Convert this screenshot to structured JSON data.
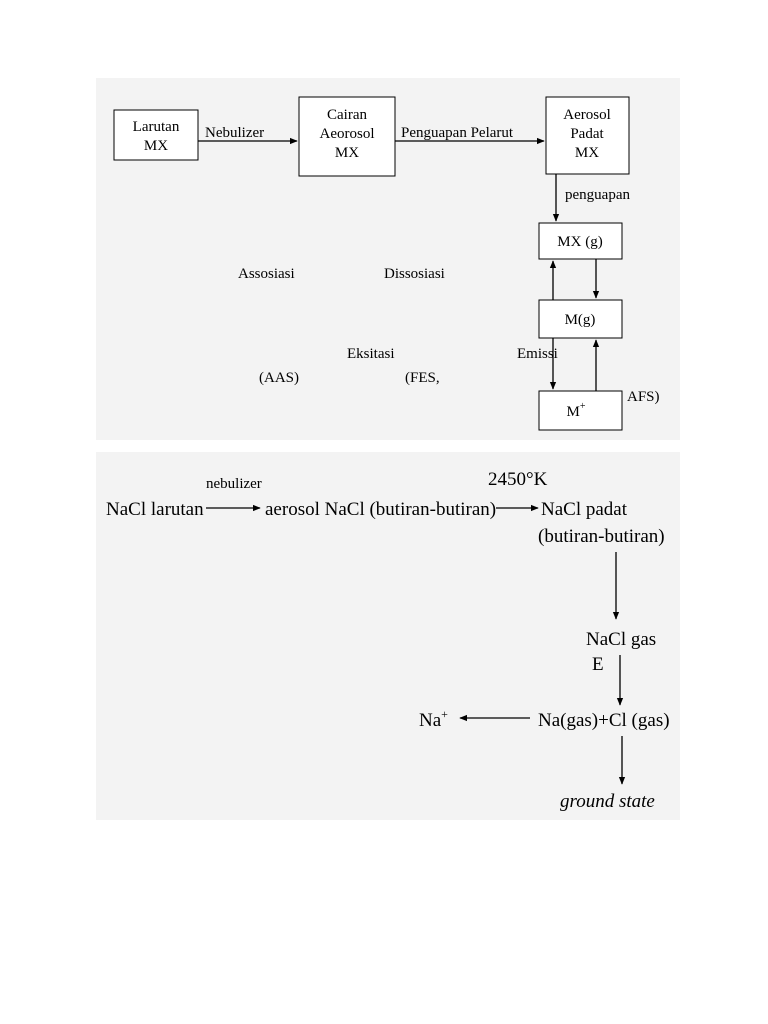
{
  "top_diagram": {
    "box_larutan": [
      "Larutan",
      "MX"
    ],
    "box_cairan": [
      "Cairan",
      "Aeorosol",
      "MX"
    ],
    "box_aerosol_padat": [
      "Aerosol",
      "Padat",
      "MX"
    ],
    "box_mx_g": "MX (g)",
    "box_m_g": "M(g)",
    "box_m_plus": "M",
    "box_m_plus_sup": "+",
    "arrow_nebulizer": "Nebulizer",
    "arrow_penguapan_pelarut": "Penguapan Pelarut",
    "arrow_penguapan": "penguapan",
    "label_assosiasi": "Assosiasi",
    "label_dissosiasi": "Dissosiasi",
    "label_eksitasi": "Eksitasi",
    "label_emissi": "Emissi",
    "label_aas": "(AAS)",
    "label_fes": "(FES,",
    "label_afs": "AFS)"
  },
  "bottom_diagram": {
    "nacl_larutan": "NaCl larutan",
    "nebulizer": "nebulizer",
    "aerosol_nacl": "aerosol NaCl (butiran-butiran)",
    "temperature": "2450°K",
    "nacl_padat": "NaCl padat",
    "butiran": "(butiran-butiran)",
    "nacl_gas": "NaCl gas",
    "e_label": "E",
    "na_gas_cl_gas": "Na(gas)+Cl (gas)",
    "na_plus": "Na",
    "na_plus_sup": "+",
    "ground_state": "ground state"
  }
}
